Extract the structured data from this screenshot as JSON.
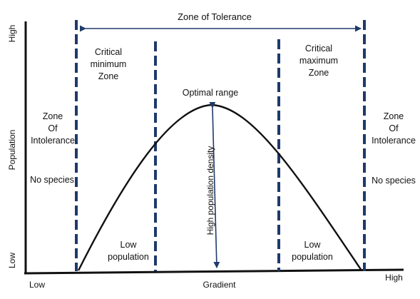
{
  "zone_of_tolerance": "Zone of Tolerance",
  "left_zone": {
    "title": "Zone\nOf\nIntolerance",
    "note": "No species"
  },
  "right_zone": {
    "title": "Zone\nOf\nIntolerance",
    "note": "No species"
  },
  "critical_min": "Critical\nminimum\nZone",
  "critical_max": "Critical\nmaximum\nZone",
  "optimal": "Optimal range",
  "high_density": "High population density",
  "low_pop_left": "Low\npopulation",
  "low_pop_right": "Low\npopulation",
  "y_axis": {
    "label": "Population",
    "high": "High",
    "low": "Low"
  },
  "x_axis": {
    "label": "Gradient",
    "low": "Low",
    "high": "High"
  },
  "colors": {
    "dashed_lines": "#1f3a6b",
    "curve": "#111111",
    "axes": "#111111"
  }
}
